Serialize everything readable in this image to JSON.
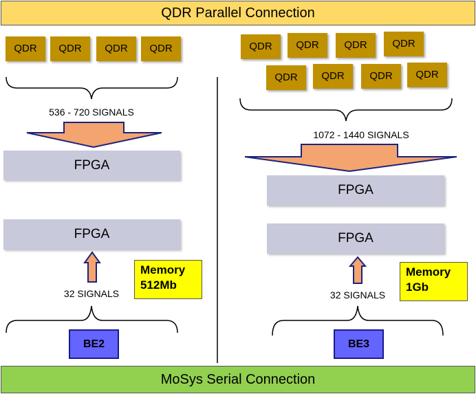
{
  "top_banner": "QDR Parallel Connection",
  "bottom_banner": "MoSys Serial Connection",
  "colors": {
    "top_banner": "#fed966",
    "bottom_banner": "#92d050",
    "qdr": "#bf9000",
    "fpga": "#c9c9dc",
    "arrow_fill": "#f4a46e",
    "arrow_stroke": "#1a237e",
    "memory": "#ffff00",
    "be": "#6464ff"
  },
  "left": {
    "qdr_labels": [
      "QDR",
      "QDR",
      "QDR",
      "QDR"
    ],
    "signals_top": "536 - 720 SIGNALS",
    "fpga_top": "FPGA",
    "fpga_bottom": "FPGA",
    "memory_line1": "Memory",
    "memory_line2": "512Mb",
    "signals_bottom": "32 SIGNALS",
    "be_label": "BE2"
  },
  "right": {
    "qdr_labels": [
      "QDR",
      "QDR",
      "QDR",
      "QDR",
      "QDR",
      "QDR",
      "QDR",
      "QDR"
    ],
    "signals_top": "1072 - 1440 SIGNALS",
    "fpga_top": "FPGA",
    "fpga_bottom": "FPGA",
    "memory_line1": "Memory",
    "memory_line2": "1Gb",
    "signals_bottom": "32 SIGNALS",
    "be_label": "BE3"
  }
}
